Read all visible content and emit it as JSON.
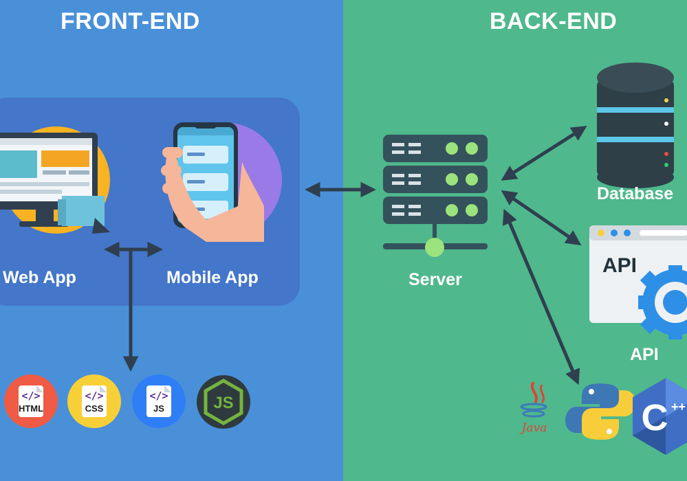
{
  "front_end": {
    "title": "FRONT-END",
    "web_app_label": "Web App",
    "mobile_app_label": "Mobile App",
    "technologies": [
      {
        "name": "HTML",
        "code_glyph": "</>",
        "color": "#ef5b44"
      },
      {
        "name": "CSS",
        "code_glyph": "</>",
        "color": "#f7d038"
      },
      {
        "name": "JS",
        "code_glyph": "</>",
        "color": "#2f7ef5"
      }
    ],
    "nodejs_icon": "nodejs-icon"
  },
  "back_end": {
    "title": "BACK-END",
    "server_label": "Server",
    "database_label": "Database",
    "api_label": "API",
    "api_window_text": "API",
    "languages": [
      {
        "name": "Java",
        "icon": "java-icon"
      },
      {
        "name": "Python",
        "icon": "python-icon"
      },
      {
        "name": "C++",
        "icon": "cpp-icon",
        "glyph": "C",
        "suffix": "++"
      }
    ]
  },
  "colors": {
    "front_bg": "#4a90d9",
    "back_bg": "#4fb88c",
    "front_card": "#4476c9",
    "arrow": "#2f3f4f",
    "server_body": "#34525c",
    "server_led": "#9be37c",
    "db_body": "#2e3f48",
    "db_band": "#5cc7e8",
    "gear": "#2d8fe6"
  }
}
